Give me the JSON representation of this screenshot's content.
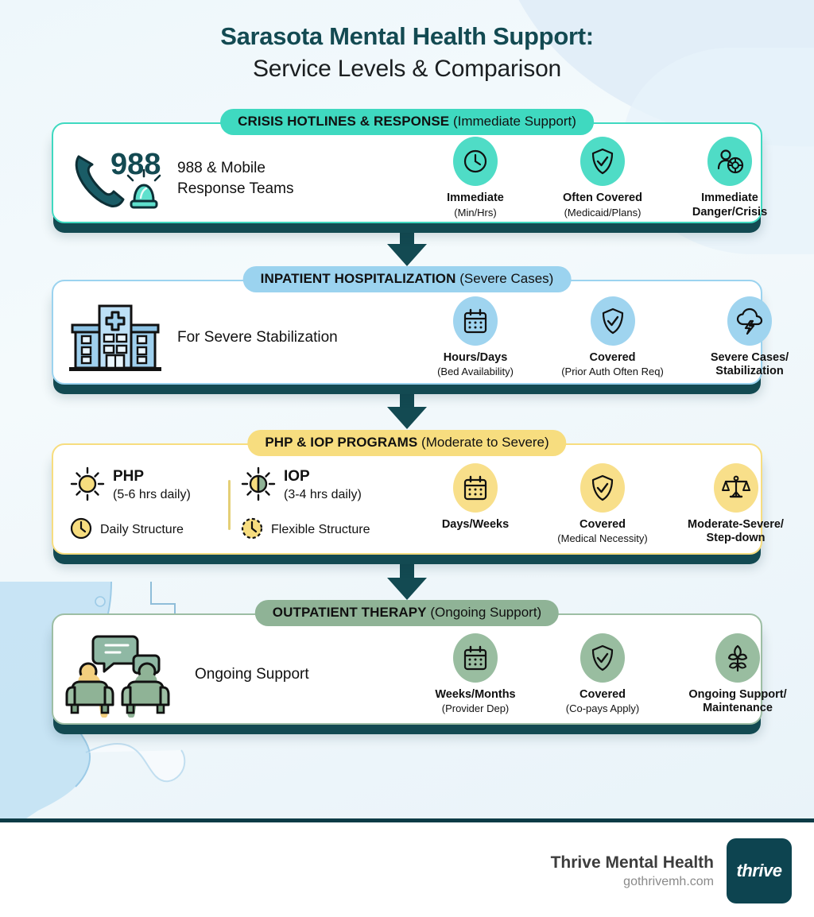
{
  "title": {
    "line1": "Sarasota Mental Health Support:",
    "line2": "Service Levels & Comparison"
  },
  "colors": {
    "dark_teal": "#134a52",
    "crisis_accent": "#3fd9c0",
    "inpatient_accent": "#9bd3ef",
    "php_accent": "#f7dd7f",
    "outpatient_accent": "#8fb396",
    "page_bg": "#eef6fa"
  },
  "tiers": [
    {
      "id": "crisis",
      "header_bold": "CRISIS HOTLINES & RESPONSE",
      "header_light": "(Immediate Support)",
      "left_icon": "phone-988-siren-icon",
      "left_label": "988 & Mobile\nResponse Teams",
      "left_badge": "988",
      "attributes": [
        {
          "icon": "clock-icon",
          "main": "Immediate",
          "sub": "(Min/Hrs)"
        },
        {
          "icon": "shield-check-icon",
          "main": "Often Covered",
          "sub": "(Medicaid/Plans)"
        },
        {
          "icon": "person-lifering-icon",
          "main": "Immediate\nDanger/Crisis",
          "sub": ""
        }
      ]
    },
    {
      "id": "inpatient",
      "header_bold": "INPATIENT HOSPITALIZATION",
      "header_light": "(Severe Cases)",
      "left_icon": "hospital-building-icon",
      "left_label": "For Severe Stabilization",
      "attributes": [
        {
          "icon": "calendar-icon",
          "main": "Hours/Days",
          "sub": "(Bed Availability)"
        },
        {
          "icon": "shield-check-icon",
          "main": "Covered",
          "sub": "(Prior Auth Often Req)"
        },
        {
          "icon": "storm-cloud-icon",
          "main": "Severe Cases/\nStabilization",
          "sub": ""
        }
      ]
    },
    {
      "id": "php-iop",
      "header_bold": "PHP & IOP PROGRAMS",
      "header_light": "(Moderate to Severe)",
      "programs": [
        {
          "icon": "sun-icon",
          "name": "PHP",
          "hours": "(5-6 hrs daily)",
          "structure_icon": "clock-icon",
          "structure": "Daily Structure"
        },
        {
          "icon": "half-sun-icon",
          "name": "IOP",
          "hours": "(3-4 hrs daily)",
          "structure_icon": "dashed-clock-icon",
          "structure": "Flexible Structure"
        }
      ],
      "attributes": [
        {
          "icon": "calendar-icon",
          "main": "Days/Weeks",
          "sub": ""
        },
        {
          "icon": "shield-check-icon",
          "main": "Covered",
          "sub": "(Medical Necessity)"
        },
        {
          "icon": "scales-icon",
          "main": "Moderate-Severe/\nStep-down",
          "sub": ""
        }
      ]
    },
    {
      "id": "outpatient",
      "header_bold": "OUTPATIENT THERAPY",
      "header_light": "(Ongoing Support)",
      "left_icon": "therapy-session-icon",
      "left_label": "Ongoing Support",
      "attributes": [
        {
          "icon": "calendar-icon",
          "main": "Weeks/Months",
          "sub": "(Provider Dep)"
        },
        {
          "icon": "shield-check-icon",
          "main": "Covered",
          "sub": "(Co-pays Apply)"
        },
        {
          "icon": "flower-icon",
          "main": "Ongoing Support/\nMaintenance",
          "sub": ""
        }
      ]
    }
  ],
  "footer": {
    "name": "Thrive Mental Health",
    "url": "gothrivemh.com",
    "logo_text": "thrive"
  }
}
